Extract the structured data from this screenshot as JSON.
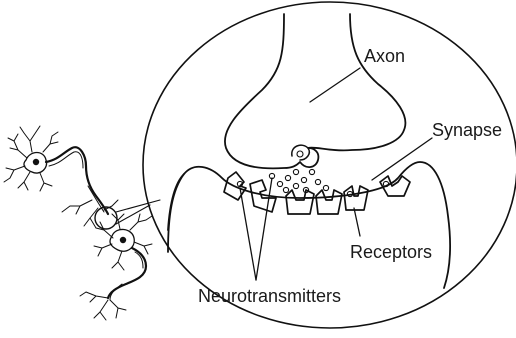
{
  "labels": {
    "axon": "Axon",
    "synapse": "Synapse",
    "receptors": "Receptors",
    "neurotransmitters": "Neurotransmitters"
  },
  "colors": {
    "ink": "#111111",
    "background": "#ffffff"
  }
}
